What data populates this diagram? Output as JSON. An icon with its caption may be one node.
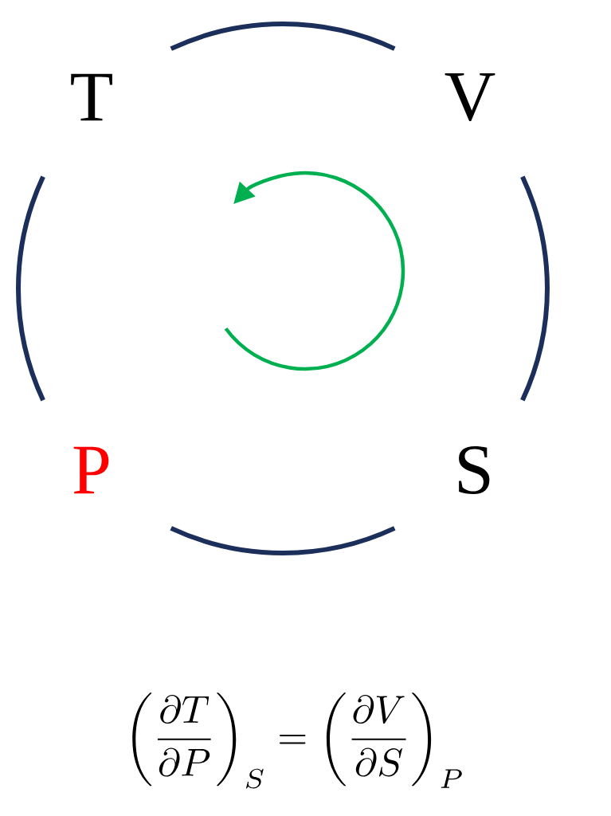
{
  "diagram": {
    "nodes": [
      {
        "text": [
          "T"
        ]
      },
      {
        "text": [
          "V"
        ]
      },
      {
        "text": [
          "P"
        ]
      },
      {
        "text": [
          "S"
        ]
      }
    ],
    "labels": [
      "\\left(\\frac{\\partial T}{\\partial P}\\right)_S = \\left(\\frac{\\partial V}{\\partial S}\\right)_P"
    ]
  }
}
